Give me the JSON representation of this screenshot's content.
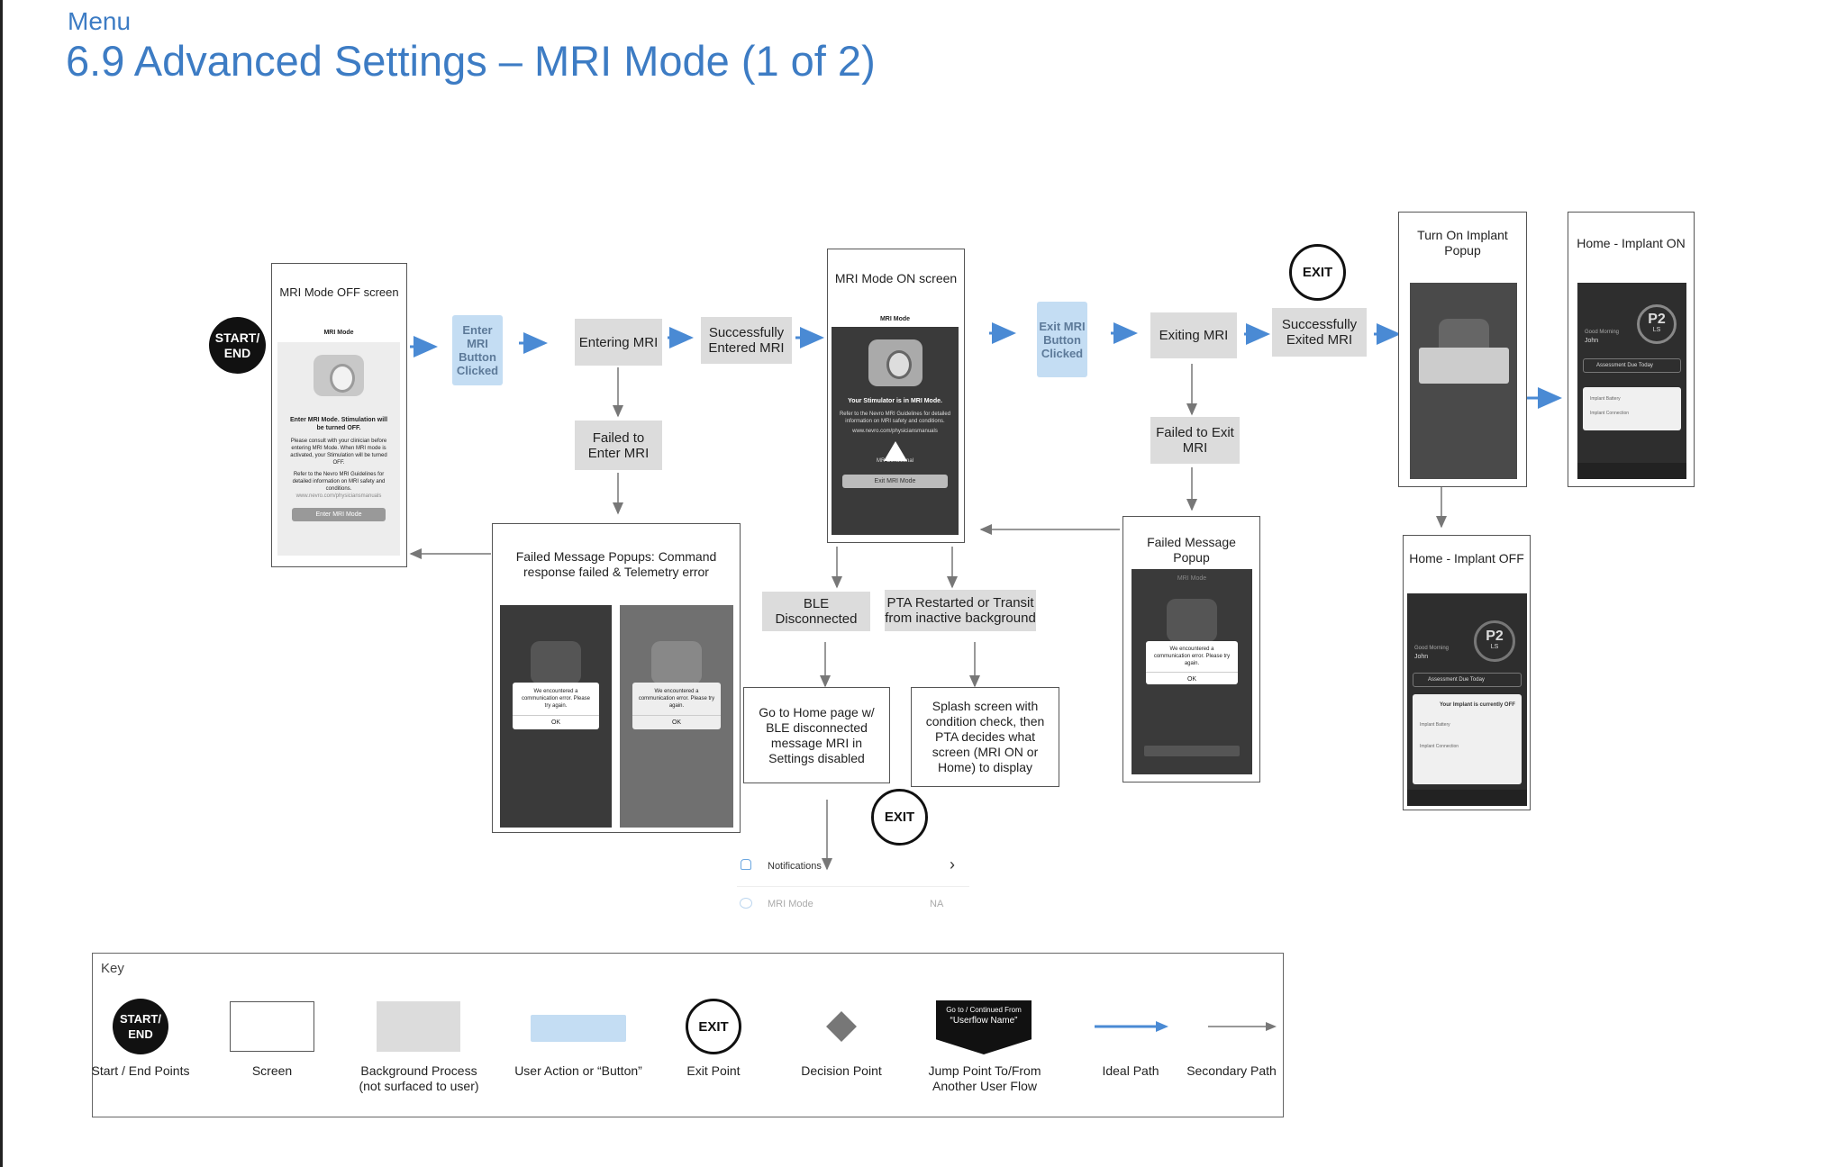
{
  "header": {
    "section": "Menu",
    "title": "6.9 Advanced Settings – MRI Mode (1 of 2)"
  },
  "nodes": {
    "start": "START/ END",
    "mri_off_screen": "MRI Mode OFF screen",
    "enter_mri_button": "Enter MRI Button Clicked",
    "entering_mri": "Entering MRI",
    "successfully_entered": "Successfully Entered MRI",
    "failed_to_enter": "Failed to Enter MRI",
    "failed_popups": "Failed Message Popups: Command response failed & Telemetry error",
    "mri_on_screen": "MRI Mode ON screen",
    "exit_mri_button": "Exit MRI Button Clicked",
    "exiting_mri": "Exiting MRI",
    "successfully_exited": "Successfully Exited MRI",
    "failed_to_exit": "Failed to Exit MRI",
    "failed_message_popup": "Failed Message Popup",
    "exit_top": "EXIT",
    "turn_on_implant": "Turn On Implant Popup",
    "home_implant_on": "Home - Implant ON",
    "home_implant_off": "Home - Implant OFF",
    "ble_disconnected": "BLE Disconnected",
    "pta_restarted": "PTA Restarted or Transit from inactive background",
    "go_home": "Go to Home page w/ BLE disconnected message MRI in Settings disabled",
    "splash": "Splash screen with condition check, then PTA decides what screen (MRI ON or Home) to display",
    "exit_bottom": "EXIT"
  },
  "mini_screens": {
    "mri_mode_header": "MRI Mode",
    "off_title": "Enter MRI Mode. Stimulation will be turned OFF.",
    "off_body": "Please consult with your clinician before entering MRI Mode. When MRI mode is activated, your Stimulation will be turned OFF.",
    "off_body2": "Refer to the Nevro MRI Guidelines for detailed information on MRI safety and conditions.",
    "off_link": "www.nevro.com/physiciansmanuals",
    "off_button": "Enter MRI Mode",
    "on_title": "Your Stimulator is in MRI Mode.",
    "on_body": "Refer to the Nevro MRI Guidelines for detailed information on MRI safety and conditions.",
    "on_link": "www.nevro.com/physiciansmanuals",
    "mr_conditional": "MR Conditional",
    "mr_badge": "MR",
    "on_button": "Exit MRI Mode",
    "popup_error": "We encountered a communication error. Please try again.",
    "popup_ok": "OK",
    "implant_off_popup": "Your Implant is currently OFF",
    "p2": "P2",
    "ls": "LS",
    "good_morning": "Good Morning",
    "john": "John",
    "assessment": "Assessment Due Today",
    "implant_battery": "Implant Battery",
    "implant_connection": "Implant Connection"
  },
  "settings_list": {
    "notifications": "Notifications",
    "mri_mode": "MRI Mode",
    "mri_value": "NA",
    "chevron": "›"
  },
  "key": {
    "title": "Key",
    "items": [
      {
        "label": "Start / End Points",
        "symbol": "START/ END"
      },
      {
        "label": "Screen"
      },
      {
        "label": "Background Process (not surfaced to user)"
      },
      {
        "label": "User Action or “Button”"
      },
      {
        "label": "Exit Point",
        "symbol": "EXIT"
      },
      {
        "label": "Decision Point"
      },
      {
        "label": "Jump Point To/From Another User Flow",
        "symbol_top": "Go to / Continued From",
        "symbol_name": "“Userflow Name”"
      },
      {
        "label": "Ideal Path"
      },
      {
        "label": "Secondary Path"
      }
    ]
  },
  "colors": {
    "accent": "#3d7cc4",
    "ideal_path": "#4a8ad4",
    "secondary_path": "#777777",
    "user_action": "#c4ddf3",
    "background_process": "#dcdcdc"
  }
}
